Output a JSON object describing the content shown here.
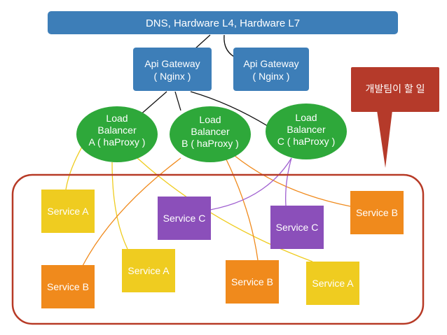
{
  "colors": {
    "blue": "#3d7eb8",
    "green": "#2ea83a",
    "orange": "#f08a1c",
    "purple": "#8b4fba",
    "yellow": "#efcc20",
    "red_callout": "#b53a2a",
    "frame": "#b73a26"
  },
  "dns_bar": {
    "label": "DNS, Hardware L4, Hardware L7"
  },
  "gateways": [
    {
      "line1": "Api Gateway",
      "line2": "( Nginx )"
    },
    {
      "line1": "Api Gateway",
      "line2": "( Nginx )"
    }
  ],
  "load_balancers": [
    {
      "line1": "Load",
      "line2": "Balancer",
      "line3": "A ( haProxy )"
    },
    {
      "line1": "Load",
      "line2": "Balancer",
      "line3": "B ( haProxy )"
    },
    {
      "line1": "Load",
      "line2": "Balancer",
      "line3": "C ( haProxy )"
    }
  ],
  "callout": {
    "label": "개발팀이 할 일"
  },
  "services": [
    {
      "label": "Service A",
      "color": "yellow"
    },
    {
      "label": "Service C",
      "color": "purple"
    },
    {
      "label": "Service C",
      "color": "purple"
    },
    {
      "label": "Service B",
      "color": "orange"
    },
    {
      "label": "Service A",
      "color": "yellow"
    },
    {
      "label": "Service B",
      "color": "orange"
    },
    {
      "label": "Service B",
      "color": "orange"
    },
    {
      "label": "Service A",
      "color": "yellow"
    }
  ]
}
